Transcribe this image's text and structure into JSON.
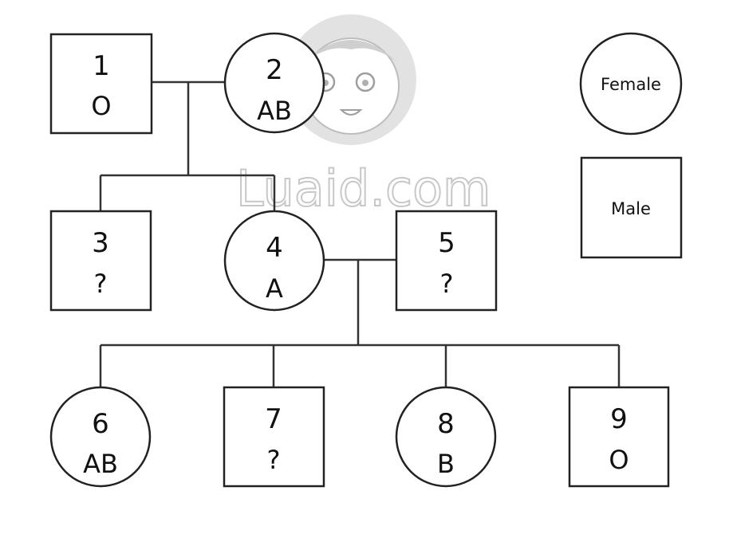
{
  "individuals": [
    {
      "id": "1",
      "sex": "male",
      "blood_type": "O"
    },
    {
      "id": "2",
      "sex": "female",
      "blood_type": "AB"
    },
    {
      "id": "3",
      "sex": "male",
      "blood_type": "?"
    },
    {
      "id": "4",
      "sex": "female",
      "blood_type": "A"
    },
    {
      "id": "5",
      "sex": "male",
      "blood_type": "?"
    },
    {
      "id": "6",
      "sex": "female",
      "blood_type": "AB"
    },
    {
      "id": "7",
      "sex": "male",
      "blood_type": "?"
    },
    {
      "id": "8",
      "sex": "female",
      "blood_type": "B"
    },
    {
      "id": "9",
      "sex": "male",
      "blood_type": "O"
    }
  ],
  "couples": [
    {
      "partners": [
        "1",
        "2"
      ],
      "children": [
        "3",
        "4"
      ]
    },
    {
      "partners": [
        "4",
        "5"
      ],
      "children": [
        "6",
        "7",
        "8",
        "9"
      ]
    }
  ],
  "legend": {
    "female_label": "Female",
    "male_label": "Male"
  },
  "watermark": {
    "text": "Luaid.com"
  },
  "colors": {
    "stroke": "#222222",
    "background": "#ffffff",
    "watermark": "#c8c8c8"
  }
}
